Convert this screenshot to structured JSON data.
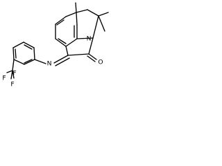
{
  "molecule": {
    "atoms": {
      "imine_nitrogen": "N",
      "ring_nitrogen": "N",
      "carbonyl_oxygen": "O",
      "fluorine_top": "F",
      "fluorine_left": "F",
      "fluorine_bottom": "F"
    },
    "colors": {
      "bond": "#000000",
      "label": "#000000",
      "background": "#ffffff"
    }
  }
}
